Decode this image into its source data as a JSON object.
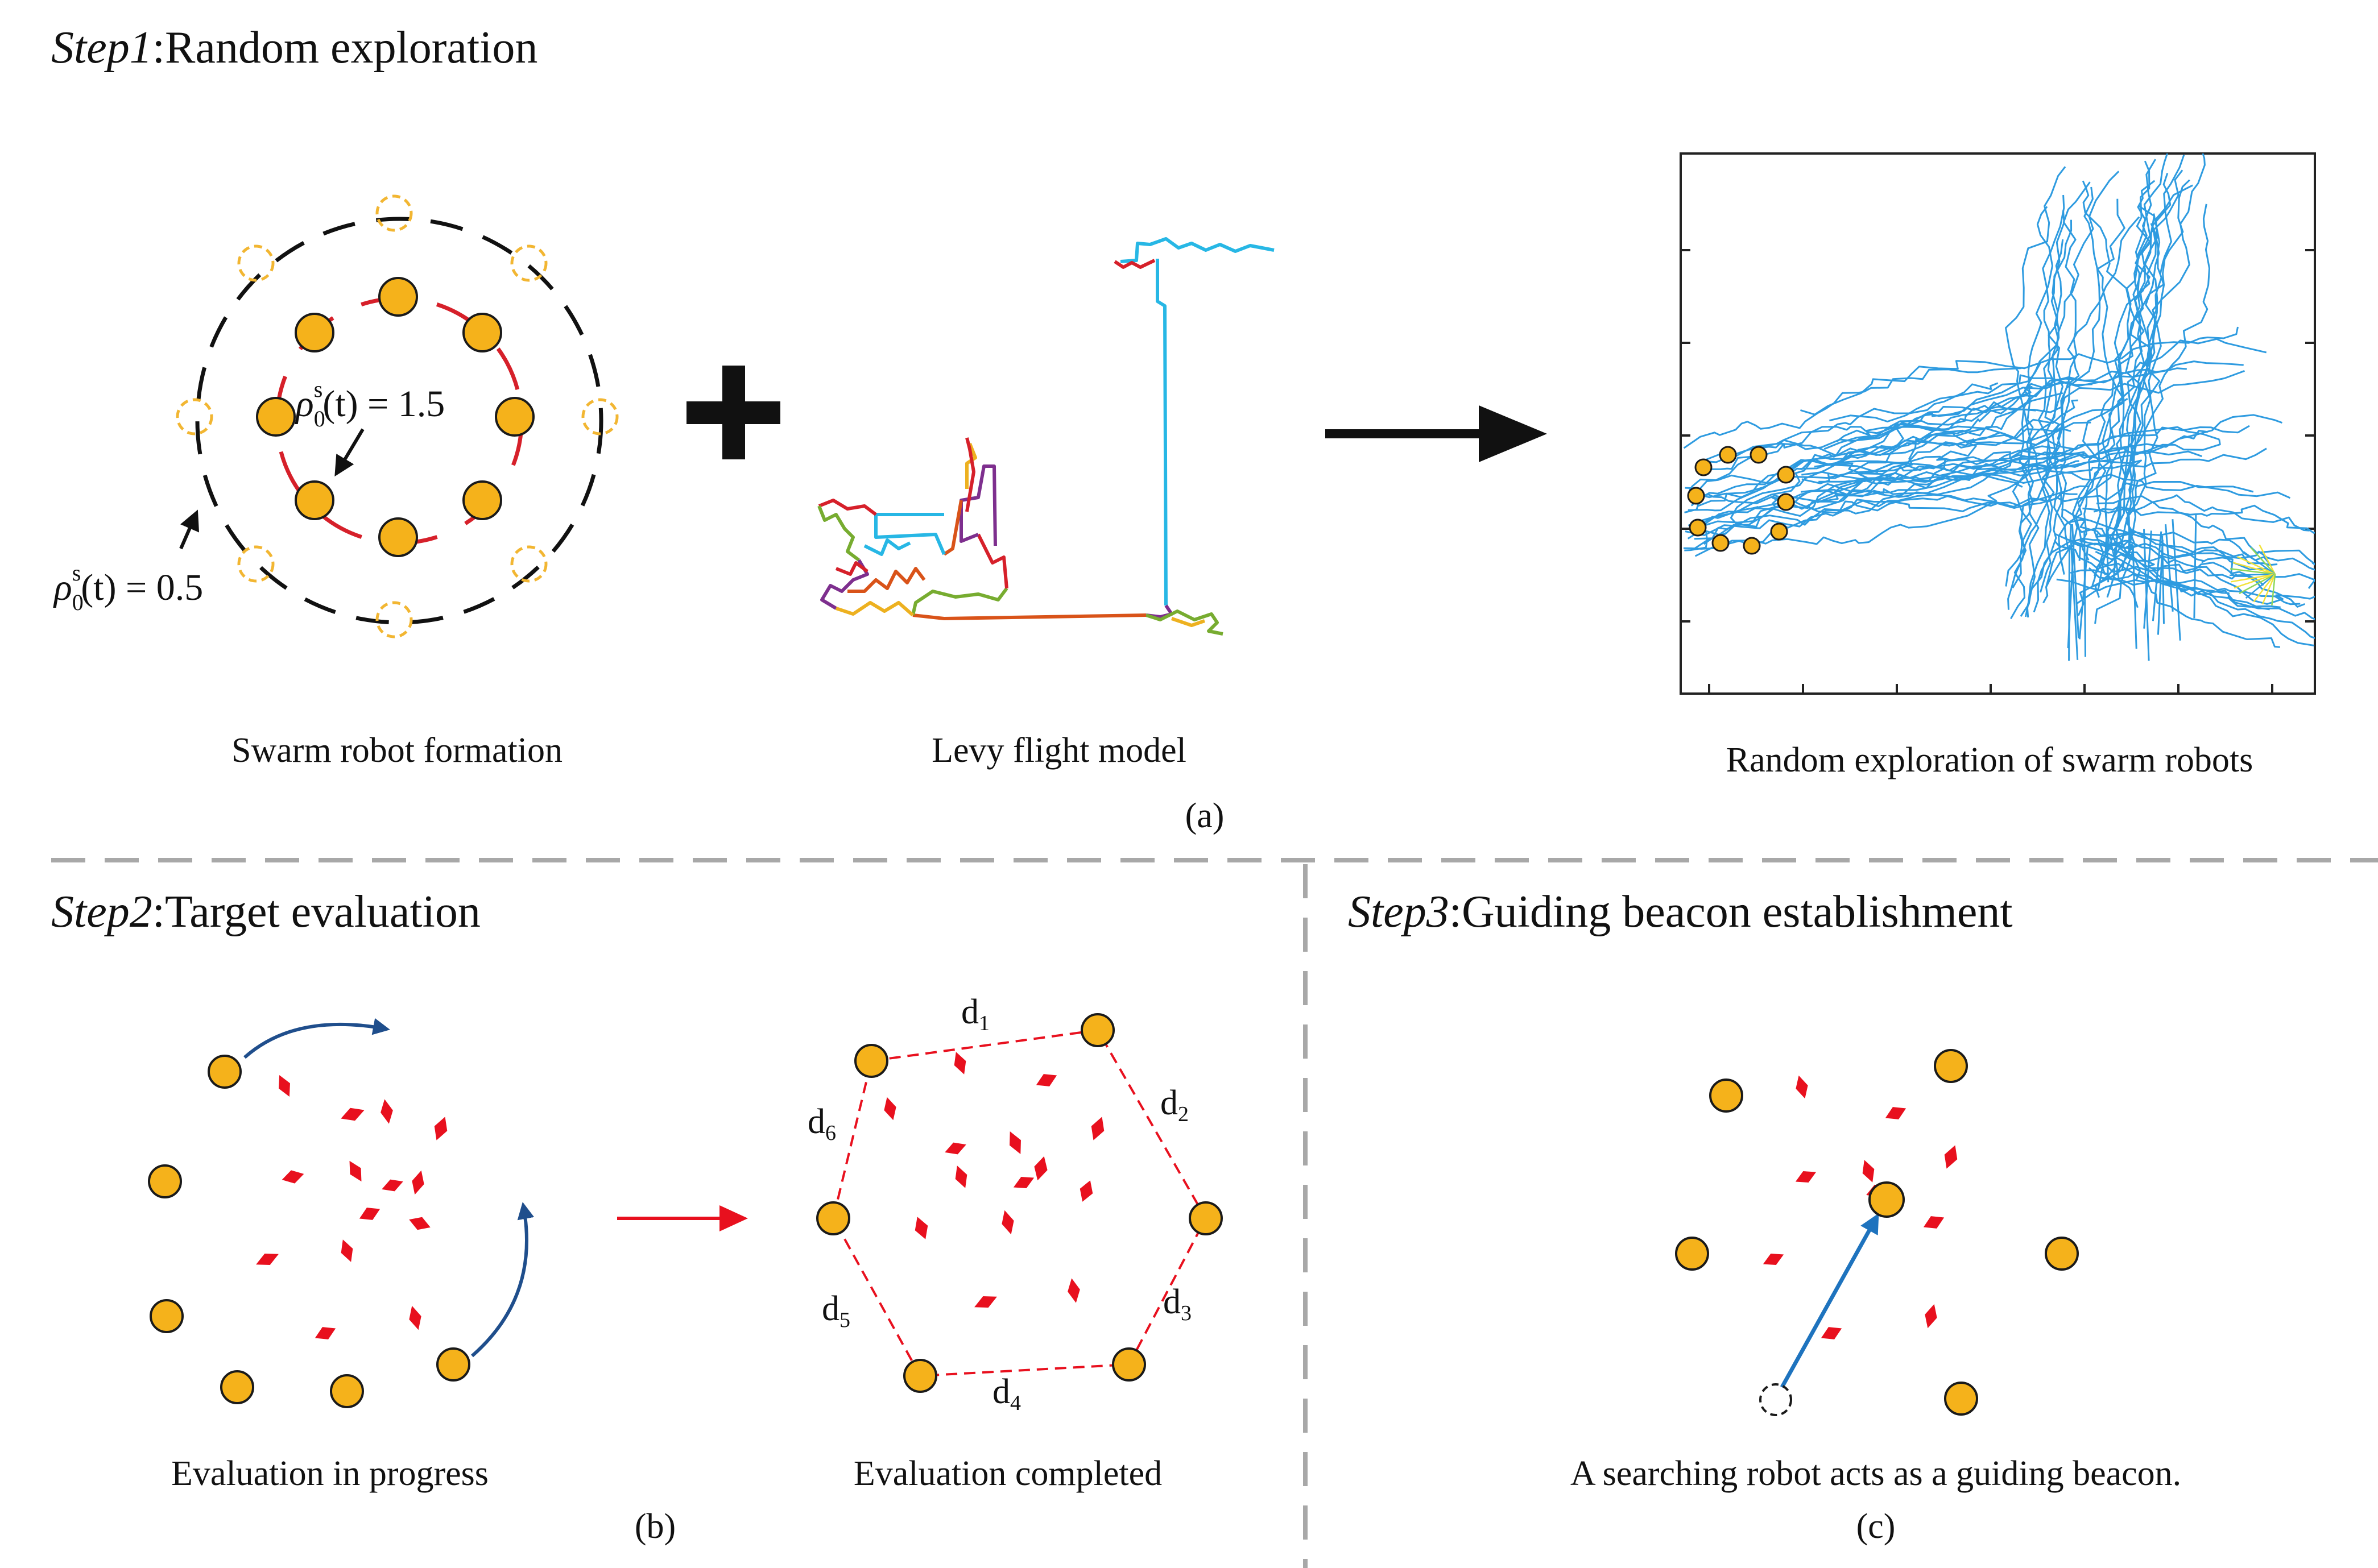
{
  "step1": {
    "heading_step": "Step1",
    "heading_text": ":Random exploration",
    "formation_caption": "Swarm robot formation",
    "inner_rho_label": "ρ",
    "inner_rho_sub": "0",
    "inner_rho_sup": "s",
    "inner_rho_rest": "(t) = 1.5",
    "outer_rho_label": "ρ",
    "outer_rho_sub": "0",
    "outer_rho_sup": "s",
    "outer_rho_rest": "(t) = 0.5",
    "levy_caption": "Levy flight model",
    "exploration_caption": "Random exploration of swarm robots",
    "panel_label": "(a)"
  },
  "step2": {
    "heading_step": "Step2",
    "heading_text": ":Target evaluation",
    "progress_caption": "Evaluation in progress",
    "completed_caption": "Evaluation completed",
    "distance_labels": [
      {
        "base": "d",
        "sub": "1"
      },
      {
        "base": "d",
        "sub": "2"
      },
      {
        "base": "d",
        "sub": "3"
      },
      {
        "base": "d",
        "sub": "4"
      },
      {
        "base": "d",
        "sub": "5"
      },
      {
        "base": "d",
        "sub": "6"
      }
    ],
    "panel_label": "(b)"
  },
  "step3": {
    "heading_step": "Step3",
    "heading_text": ":Guiding beacon establishment",
    "caption": "A searching robot acts as a guiding beacon.",
    "panel_label": "(c)"
  },
  "colors": {
    "robot_fill": "#F5B21B",
    "robot_stroke": "#1a1a1a",
    "target_red": "#E8101E",
    "formation_red": "#D6202A",
    "dashed_orange": "#F2B632",
    "levy_cyan": "#27B7E5",
    "trajectory_blue": "#2E9BE0",
    "curved_arrow_blue": "#1F4E8C",
    "beacon_arrow_blue": "#1E73BE",
    "divider_gray": "#A8A8A8"
  }
}
